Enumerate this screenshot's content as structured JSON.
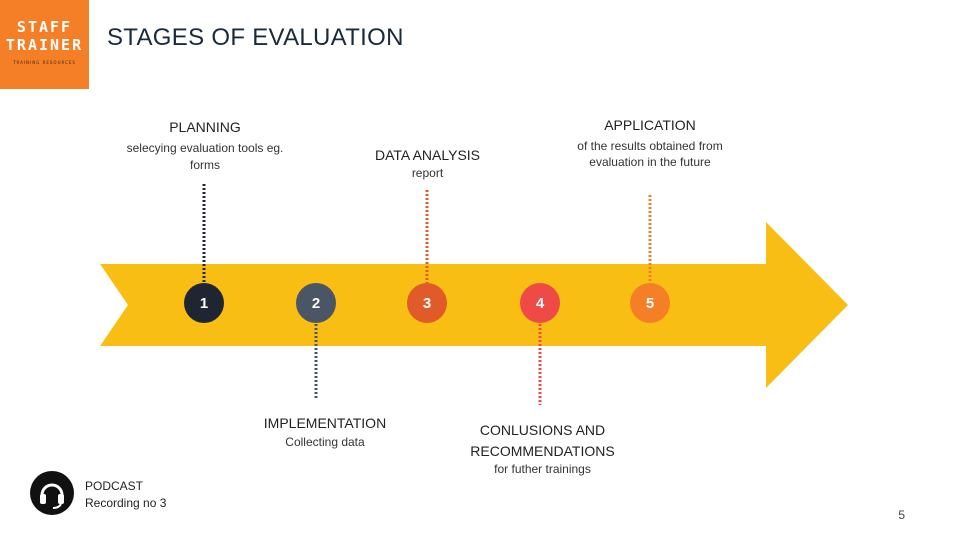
{
  "logo": {
    "line1": "STAFF",
    "line2": "TRAINER",
    "tagline": "TRAINING RESOURCES"
  },
  "title": "STAGES OF EVALUATION",
  "stages": [
    {
      "number": "1",
      "heading": "PLANNING",
      "detail": "selecying evaluation tools eg. forms",
      "color": "#1f2533"
    },
    {
      "number": "2",
      "heading": "IMPLEMENTATION",
      "detail": "Collecting data",
      "color": "#4a5566"
    },
    {
      "number": "3",
      "heading": "DATA ANALYSIS",
      "detail": "report",
      "color": "#e05a2a"
    },
    {
      "number": "4",
      "heading": "CONLUSIONS AND RECOMMENDATIONS",
      "detail": "for futher trainings",
      "color": "#f04a46"
    },
    {
      "number": "5",
      "heading": "APPLICATION",
      "detail": "of the results obtained from evaluation in the future",
      "color": "#f47f27"
    }
  ],
  "arrow_color": "#f9be14",
  "podcast": {
    "icon": "headset-icon",
    "line1": "PODCAST",
    "line2": "Recording no 3"
  },
  "page_number": "5"
}
